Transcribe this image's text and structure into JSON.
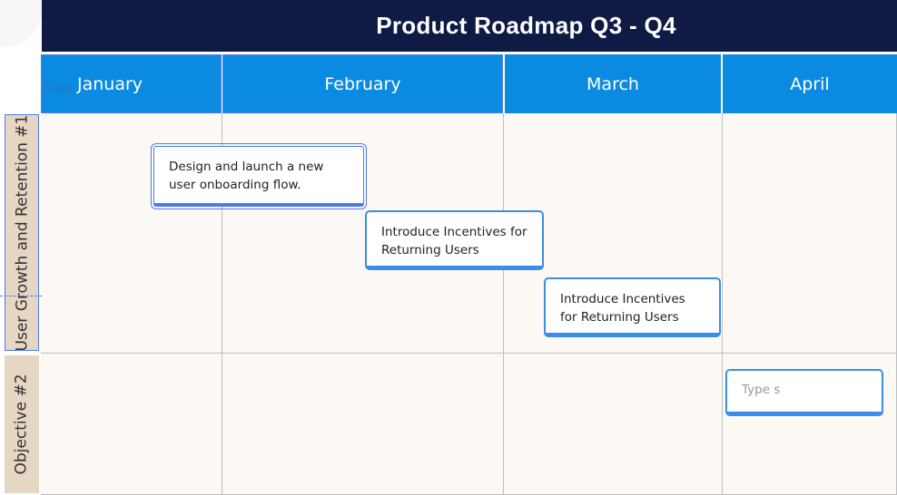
{
  "title": "Product Roadmap Q3 - Q4",
  "hint": "New",
  "months": [
    "January",
    "February",
    "March",
    "April"
  ],
  "rows": [
    {
      "label": "User Growth and Retention #1"
    },
    {
      "label": "Objective #2"
    }
  ],
  "cards": [
    {
      "text": "Design and launch a new user onboarding  flow."
    },
    {
      "text": "Introduce Incentives for Returning Users"
    },
    {
      "text": "Introduce Incentives for Returning Users"
    }
  ],
  "input_card": {
    "text": "Type s"
  },
  "colors": {
    "title_bg": "#0f1a45",
    "header_bg": "#0a8ae0",
    "cell_bg": "#fcf8f4",
    "label_bg": "#e6d6c4",
    "card_border": "#3b8ee8",
    "selection": "#4a7cf0"
  }
}
